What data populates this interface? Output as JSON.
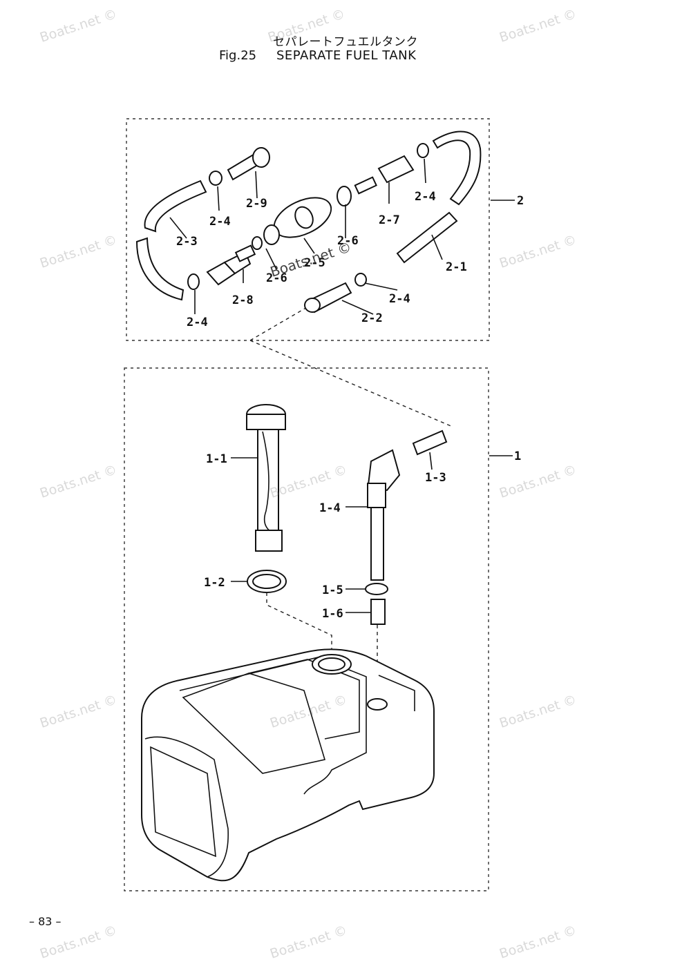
{
  "header": {
    "title_jp": "セパレートフュエルタンク",
    "fig": "Fig.25",
    "title_en": "SEPARATE FUEL TANK"
  },
  "page": {
    "number": "– 83 –"
  },
  "watermark": {
    "text": "Boats.net ©",
    "center_text": "Boats.net ©"
  },
  "callouts": {
    "g2": "2",
    "g1": "1",
    "p2_1": "2-1",
    "p2_2": "2-2",
    "p2_3": "2-3",
    "p2_4a": "2-4",
    "p2_4b": "2-4",
    "p2_4c": "2-4",
    "p2_4d": "2-4",
    "p2_5": "2-5",
    "p2_6a": "2-6",
    "p2_6b": "2-6",
    "p2_7": "2-7",
    "p2_8": "2-8",
    "p2_9": "2-9",
    "p1_1": "1-1",
    "p1_2": "1-2",
    "p1_3": "1-3",
    "p1_4": "1-4",
    "p1_5": "1-5",
    "p1_6": "1-6"
  }
}
